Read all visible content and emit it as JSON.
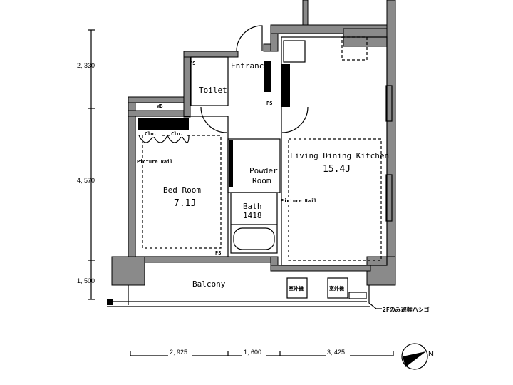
{
  "dimensions": {
    "vertical": [
      "2, 330",
      "4, 570",
      "1, 500"
    ],
    "horizontal": [
      "2, 925",
      "1, 600",
      "3, 425"
    ]
  },
  "rooms": {
    "entrance": "Entrance",
    "toilet": "Toilet",
    "ps": "PS",
    "wb": "WB",
    "closet": "Clo.",
    "picture_rail": "Picture Rail",
    "bed_room": {
      "name": "Bed Room",
      "size": "7.1J"
    },
    "powder_room": [
      "Powder",
      "Room"
    ],
    "bath": {
      "name": "Bath",
      "size": "1418"
    },
    "ldk": {
      "name": "Living Dining Kitchen",
      "size": "15.4J"
    },
    "balcony": "Balcony",
    "outdoor_unit": "室外機",
    "ladder_note": "2Fのみ避難ハシゴ"
  },
  "compass": {
    "north_label": "N"
  }
}
